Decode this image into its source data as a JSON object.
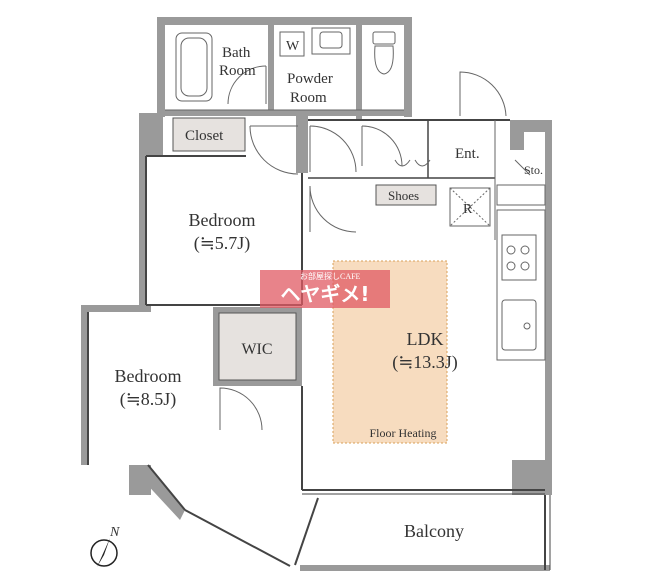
{
  "rooms": {
    "bath": {
      "line1": "Bath",
      "line2": "Room"
    },
    "washer": "W",
    "powder": {
      "line1": "Powder",
      "line2": "Room"
    },
    "closet": "Closet",
    "entrance": "Ent.",
    "storage": "Sto.",
    "shoes": "Shoes",
    "refrigerator": "R",
    "bedroom1": {
      "name": "Bedroom",
      "size": "(≒5.7J)"
    },
    "bedroom2": {
      "name": "Bedroom",
      "size": "(≒8.5J)"
    },
    "wic": "WIC",
    "ldk": {
      "name": "LDK",
      "size": "(≒13.3J)"
    },
    "floor_heating": "Floor Heating",
    "balcony": "Balcony"
  },
  "compass": {
    "north": "N"
  },
  "watermark": {
    "small": "お部屋探しCAFE",
    "big": "ヘヤギメ!"
  },
  "colors": {
    "wall": "#9a9a9a",
    "floor_heating": "#f7dcbf",
    "closet_fill": "#e6e2df",
    "watermark": "#e05a63"
  }
}
